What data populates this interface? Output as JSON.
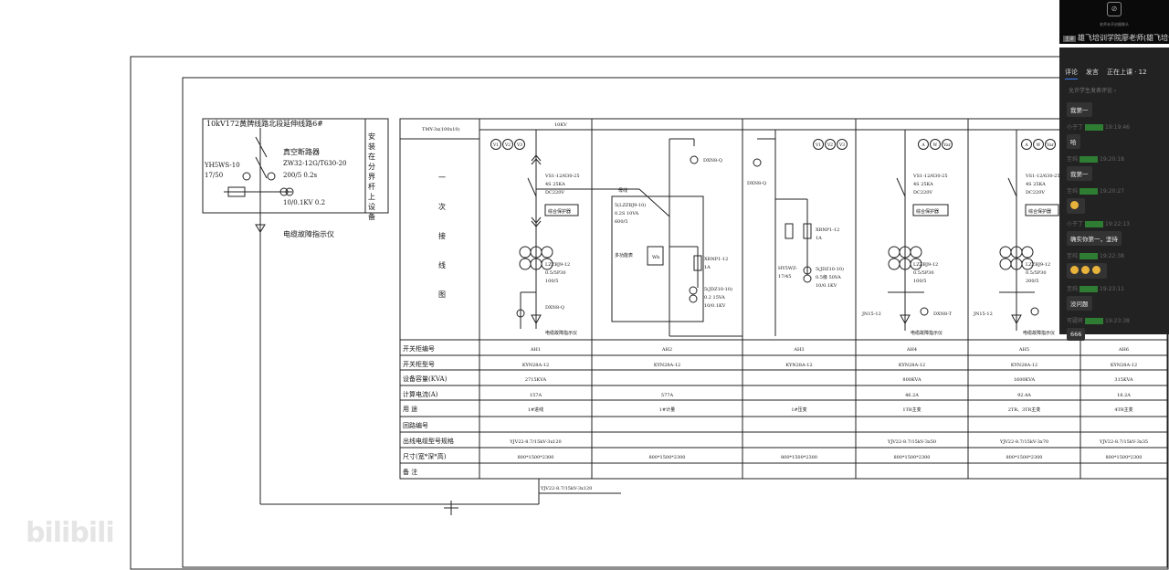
{
  "drawing": {
    "incoming_title": "10kV172黄牌线路北段延伸线路6#",
    "breaker_name": "真空断路器",
    "breaker_model": "ZW32-12G/T630-20",
    "ct_spec": "200/5 0.2s",
    "pt_spec": "10/0.1KV 0.2",
    "arrester": "YH5WS-10",
    "arrester_spec": "17/50",
    "pole_note": "安装在分界杆上设备",
    "fault_indicator": "电缆故障指示仪",
    "busbar": "TMY-3x(100x10)",
    "voltage": "10KV",
    "diagram_label": "一次接线图",
    "outgoing_cable": "YJV22-8.7/15kV-3x120",
    "schematic_labels": {
      "v_meters": [
        "V1",
        "V2",
        "V3"
      ],
      "a_meters": [
        "A",
        "W",
        "Var"
      ],
      "vs1": "VS1-12/630-25",
      "vs1_b": "4S 25KA",
      "vs1_c": "DC220V",
      "protector": "综合保护器",
      "ct1": "LZZBJ9-12",
      "ct1_b": "0.5/5P30",
      "ct1_c": "100/5",
      "ct4_c": "100/5",
      "ct5_c": "200/5",
      "display": "DXN8-Q",
      "display_t": "DXN8-T",
      "indicator": "电缆故障指示仪",
      "bus_link": "母线",
      "meter_ct": "5(LZZBJ9-10)",
      "meter_ct_b": "0.2S 10VA",
      "meter_ct_c": "600/5",
      "multi_meter": "多功能表",
      "wh": "Wh",
      "fuse": "XRNP1-12",
      "fuse_b": "1A",
      "pt": "5(JDZ10-10)",
      "pt_b": "0.2 15VA",
      "pt_c": "10/0.1KV",
      "pt3_b": "0.5级 50VA",
      "arrester3": "HY5WZ-",
      "arrester3_b": "17/45",
      "earth_sw": "JN15-12"
    },
    "table": {
      "row_headers": [
        "开关柜编号",
        "开关柜型号",
        "设备容量(KVA)",
        "计算电流(A)",
        "用    途",
        "回路编号",
        "出线电缆型号规格",
        "尺寸(宽*深*高)",
        "备    注"
      ],
      "columns": [
        {
          "id": "AH1",
          "model": "KYN28A-12",
          "capacity": "2715KVA",
          "current": "157A",
          "use": "1#进线",
          "loop": "",
          "cable": "YJV22-8.7/15kV-3x120",
          "size": "800*1500*2300",
          "note": ""
        },
        {
          "id": "AH2",
          "model": "KYN28A-12",
          "capacity": "",
          "current": "577A",
          "use": "1#计量",
          "loop": "",
          "cable": "",
          "size": "800*1500*2300",
          "note": ""
        },
        {
          "id": "AH3",
          "model": "KYN28A-12",
          "capacity": "",
          "current": "",
          "use": "1#压变",
          "loop": "",
          "cable": "",
          "size": "800*1500*2300",
          "note": ""
        },
        {
          "id": "AH4",
          "model": "KYN28A-12",
          "capacity": "800KVA",
          "current": "46.2A",
          "use": "1TR主变",
          "loop": "",
          "cable": "YJV22-8.7/15kV-3x50",
          "size": "800*1500*2300",
          "note": ""
        },
        {
          "id": "AH5",
          "model": "KYN28A-12",
          "capacity": "1600KVA",
          "current": "92.4A",
          "use": "2TR、3TR主变",
          "loop": "",
          "cable": "YJV22-8.7/15kV-3x70",
          "size": "800*1500*2300",
          "note": ""
        },
        {
          "id": "AH6",
          "model": "KYN28A-12",
          "capacity": "315KVA",
          "current": "18.2A",
          "use": "4TR主变",
          "loop": "",
          "cable": "YJV22-8.7/15kV-3x35",
          "size": "800*1500*2300",
          "note": ""
        }
      ]
    }
  },
  "video": {
    "camera_hint": "老师未开启摄像头",
    "tag": "主讲",
    "title": "雄飞培训学院廖老师(雄飞培训..."
  },
  "chat": {
    "tabs": [
      "评论",
      "发言",
      "正在上课 · 12"
    ],
    "notice": "允许学生发表评论 ›",
    "first_message": "我第一",
    "messages": [
      {
        "name": "小于丁",
        "time": "19:19:46",
        "text": "哈"
      },
      {
        "name": "至纯",
        "time": "19:20:18",
        "text": "我第一"
      },
      {
        "name": "至纯",
        "time": "19:20:27",
        "text": "",
        "emoji": 1
      },
      {
        "name": "小于丁",
        "time": "19:22:13",
        "text": "确实你第一，坚持"
      },
      {
        "name": "至纯",
        "time": "19:22:38",
        "text": "",
        "emoji": 3
      },
      {
        "name": "至纯",
        "time": "19:23:11",
        "text": "没问题"
      },
      {
        "name": "可疆将",
        "time": "19:23:38",
        "text": "666"
      }
    ]
  },
  "watermark": "bilibili",
  "colors": {
    "chat_bg": "#222222",
    "badge": "#2e7d32",
    "tab_active": "#3b7bf5"
  }
}
